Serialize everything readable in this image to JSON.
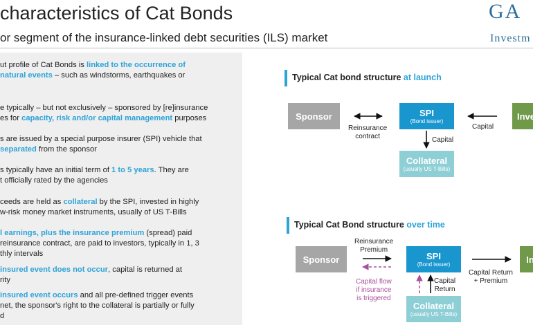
{
  "header": {
    "title": "characteristics of Cat Bonds",
    "subtitle": "or segment of the insurance-linked debt securities (ILS) market",
    "logo_top": "GA",
    "logo_bottom": "Investm"
  },
  "bullets": [
    {
      "lines": [
        [
          {
            "t": "ut profile of Cat Bonds is "
          },
          {
            "t": "linked to the occurrence of",
            "hl": true
          }
        ],
        [
          {
            "t": "natural events",
            "hl": true
          },
          {
            "t": " – such as windstorms, earthquakes or"
          }
        ]
      ]
    },
    {
      "lines": [
        [
          {
            "t": "e typically – but not exclusively – sponsored by [re]insurance"
          }
        ],
        [
          {
            "t": "es for "
          },
          {
            "t": "capacity, risk and/or capital management",
            "hl": true
          },
          {
            "t": " purposes"
          }
        ]
      ]
    },
    {
      "lines": [
        [
          {
            "t": "s are issued by a special purpose insurer (SPI) vehicle that"
          }
        ],
        [
          {
            "t": "separated",
            "hl": true
          },
          {
            "t": " from the sponsor"
          }
        ]
      ]
    },
    {
      "lines": [
        [
          {
            "t": "s typically have an initial term of "
          },
          {
            "t": "1 to 5 years",
            "hl": true
          },
          {
            "t": ". They are"
          }
        ],
        [
          {
            "t": "t officially rated by the agencies"
          }
        ]
      ]
    },
    {
      "lines": [
        [
          {
            "t": "ceeds are held as "
          },
          {
            "t": "collateral",
            "hl": true
          },
          {
            "t": " by the SPI, invested in highly"
          }
        ],
        [
          {
            "t": "w-risk money market instruments, usually of US T-Bills"
          }
        ]
      ]
    },
    {
      "lines": [
        [
          {
            "t": "l earnings, plus the insurance premium",
            "hl": true
          },
          {
            "t": " (spread) paid"
          }
        ],
        [
          {
            "t": " reinsurance contract, are paid to investors, typically in 1, 3"
          }
        ],
        [
          {
            "t": "thly intervals"
          }
        ]
      ]
    },
    {
      "lines": [
        [
          {
            "t": " insured event does not occur",
            "hl": true
          },
          {
            "t": ", capital is returned at"
          }
        ],
        [
          {
            "t": "rity"
          }
        ]
      ]
    },
    {
      "lines": [
        [
          {
            "t": " insured event occurs",
            "hl": true
          },
          {
            "t": " and all pre-defined trigger events"
          }
        ],
        [
          {
            "t": "net, the sponsor's right to the collateral is partially or fully"
          }
        ],
        [
          {
            "t": "d"
          }
        ]
      ]
    }
  ],
  "launch": {
    "title_a": "Typical Cat bond structure ",
    "title_b": "at launch",
    "sponsor": "Sponsor",
    "spi": "SPI",
    "spi_sub": "(Bond issuer)",
    "investor": "Inve",
    "collateral": "Collateral",
    "collateral_sub": "(usually US T-Bills)",
    "reinsurance_1": "Reinsurance",
    "reinsurance_2": "contract",
    "capital_investor": "Capital",
    "capital_down": "Capital"
  },
  "overtime": {
    "title_a": "Typical Cat Bond structure ",
    "title_b": "over time",
    "sponsor": "Sponsor",
    "spi": "SPI",
    "spi_sub": "(Bond issuer)",
    "investor": "In",
    "collateral": "Collateral",
    "collateral_sub": "(usually US T-Bills)",
    "premium_1": "Reinsurance",
    "premium_2": "Premium",
    "flow_1": "Capital flow",
    "flow_2": "if insurance",
    "flow_3": "is triggered",
    "return_1": "Capital",
    "return_2": "Return",
    "cap_return_1": "Capital Return",
    "cap_return_2": "+ Premium"
  },
  "colors": {
    "accent": "#2ea3d8",
    "box_gray": "#a6a6a6",
    "box_blue": "#1a96cf",
    "box_teal": "#8ecfd6",
    "box_green": "#70994a",
    "flow_pink": "#a84f9d"
  }
}
